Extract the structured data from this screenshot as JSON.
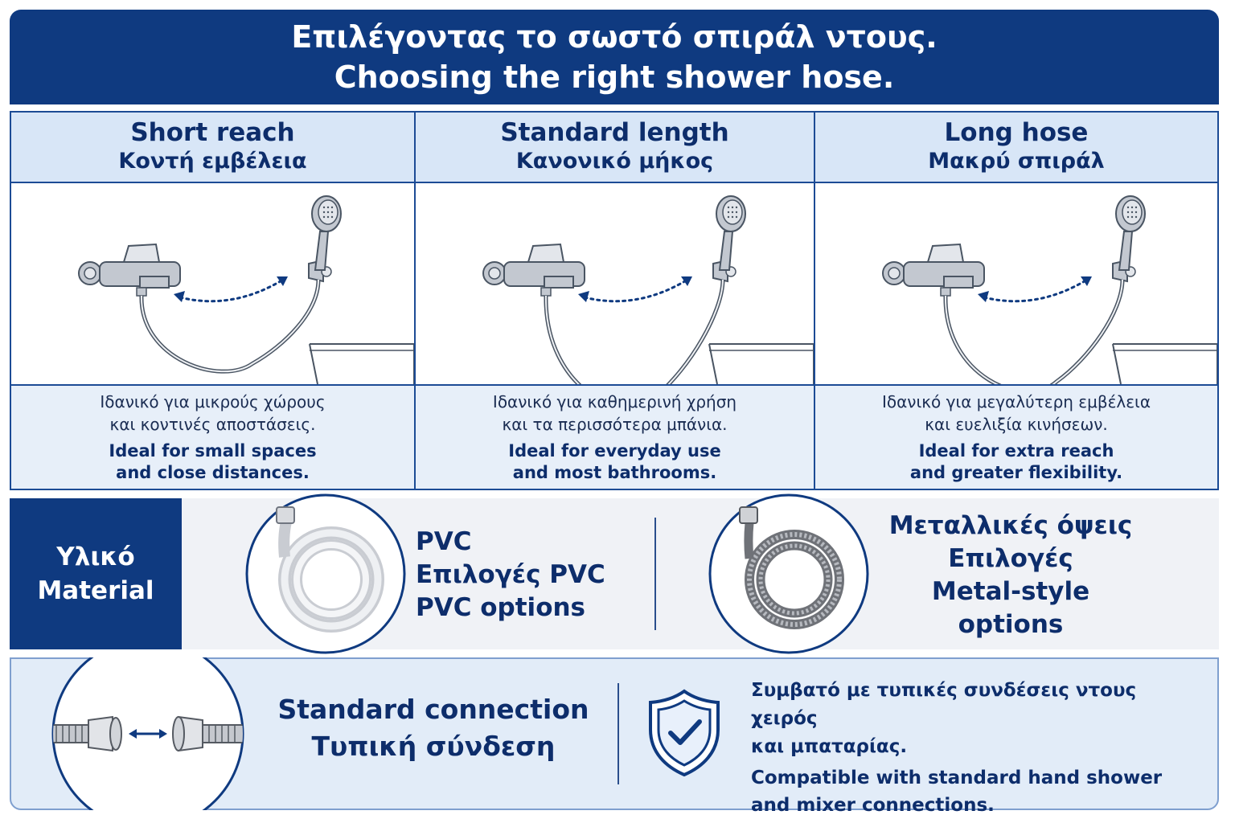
{
  "header": {
    "title_gr": "Επιλέγοντας το σωστό σπιράλ ντους.",
    "title_en": "Choosing the right shower hose."
  },
  "lengths": [
    {
      "name_en": "Short reach",
      "name_gr": "Κοντή εμβέλεια",
      "desc_gr_1": "Ιδανικό για μικρούς χώρους",
      "desc_gr_2": "και κοντινές αποστάσεις.",
      "desc_en_1": "Ideal for small spaces",
      "desc_en_2": "and close distances.",
      "hose_sag": 0.35
    },
    {
      "name_en": "Standard length",
      "name_gr": "Κανονικό μήκος",
      "desc_gr_1": "Ιδανικό για καθημερινή χρήση",
      "desc_gr_2": "και τα περισσότερα μπάνια.",
      "desc_en_1": "Ideal for everyday use",
      "desc_en_2": "and most bathrooms.",
      "hose_sag": 0.7
    },
    {
      "name_en": "Long hose",
      "name_gr": "Μακρύ σπιράλ",
      "desc_gr_1": "Ιδανικό για μεγαλύτερη εμβέλεια",
      "desc_gr_2": "και ευελιξία κινήσεων.",
      "desc_en_1": "Ideal for extra reach",
      "desc_en_2": "and greater flexibility.",
      "hose_sag": 0.55
    }
  ],
  "material": {
    "label_gr": "Υλικό",
    "label_en": "Material",
    "pvc_line1": "PVC",
    "pvc_line2": "Επιλογές PVC",
    "pvc_line3": "PVC options",
    "metal_line1": "Μεταλλικές όψεις",
    "metal_line2": "Επιλογές",
    "metal_line3": "Metal-style",
    "metal_line4": "options"
  },
  "connection": {
    "title_en": "Standard connection",
    "title_gr": "Τυπική σύνδεση",
    "compat_gr_1": "Συμβατό με τυπικές συνδέσεις ντους χειρός",
    "compat_gr_2": "και μπαταρίας.",
    "compat_en_1": "Compatible with standard hand shower",
    "compat_en_2": "and mixer connections."
  },
  "colors": {
    "navy": "#0f3a80",
    "light_blue": "#d8e6f7",
    "pale_blue": "#e7eff9"
  }
}
